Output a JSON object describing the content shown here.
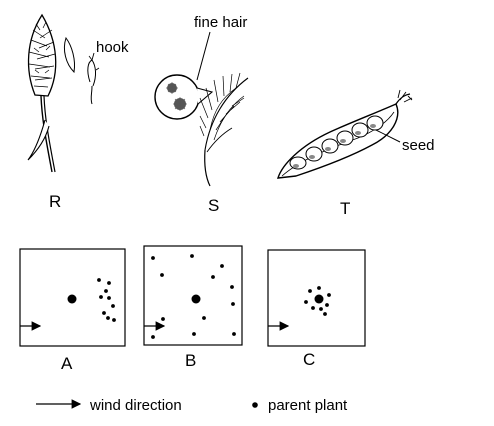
{
  "specimens": {
    "R": {
      "letter": "R",
      "annotation": "hook"
    },
    "S": {
      "letter": "S",
      "annotation": "fine hair"
    },
    "T": {
      "letter": "T",
      "annotation": "seed"
    }
  },
  "panels": [
    {
      "letter": "A"
    },
    {
      "letter": "B"
    },
    {
      "letter": "C"
    }
  ],
  "legend": {
    "wind": "wind direction",
    "parent": "parent plant"
  },
  "colors": {
    "ink": "#000000",
    "paper": "#ffffff",
    "shade": "#555555"
  }
}
